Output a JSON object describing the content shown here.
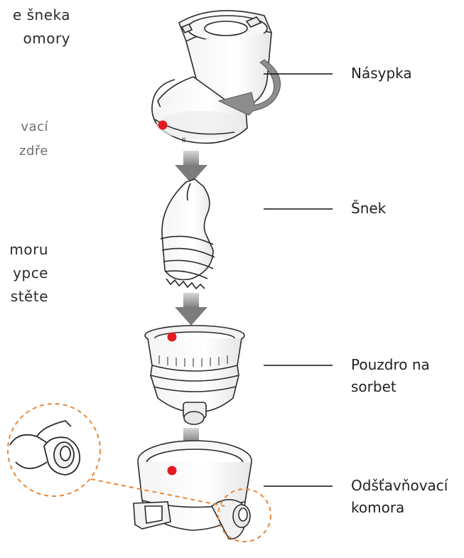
{
  "left_text": {
    "block1": [
      "e šneka",
      "omory"
    ],
    "block2": [
      "vací",
      "zdře"
    ],
    "block3": [
      "moru",
      "ypce",
      "stěte"
    ]
  },
  "labels": {
    "hopper": "Násypka",
    "auger": "Šnek",
    "sorbet": [
      "Pouzdro na",
      "sorbet"
    ],
    "chamber": [
      "Odšťavňovací",
      "komora"
    ]
  },
  "colors": {
    "marker": "#e21b22",
    "callout": "#e8883a",
    "arrow": "#8a8a8a",
    "outline": "#2a2a2a"
  }
}
